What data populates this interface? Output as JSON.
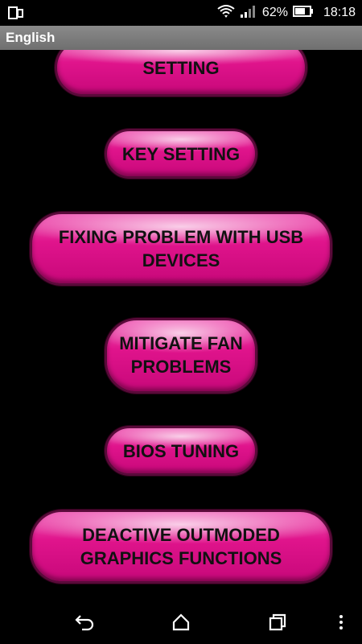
{
  "status_bar": {
    "battery_percent": "62%",
    "time": "18:18"
  },
  "app_bar": {
    "title": "English"
  },
  "buttons": [
    {
      "label": "SETTING"
    },
    {
      "label": "KEY SETTING"
    },
    {
      "label": "FIXING PROBLEM WITH USB DEVICES"
    },
    {
      "label": "MITIGATE FAN PROBLEMS"
    },
    {
      "label": "BIOS TUNING"
    },
    {
      "label": "DEACTIVE OUTMODED GRAPHICS FUNCTIONS"
    }
  ],
  "colors": {
    "button_fill": "#e0148c",
    "button_border": "#5a0a3a",
    "app_bar": "#7c7c7c",
    "background": "#000000"
  },
  "icons": [
    "dual-screen-icon",
    "wifi-icon",
    "signal-icon",
    "battery-icon",
    "back-icon",
    "home-icon",
    "recents-icon",
    "more-icon"
  ]
}
